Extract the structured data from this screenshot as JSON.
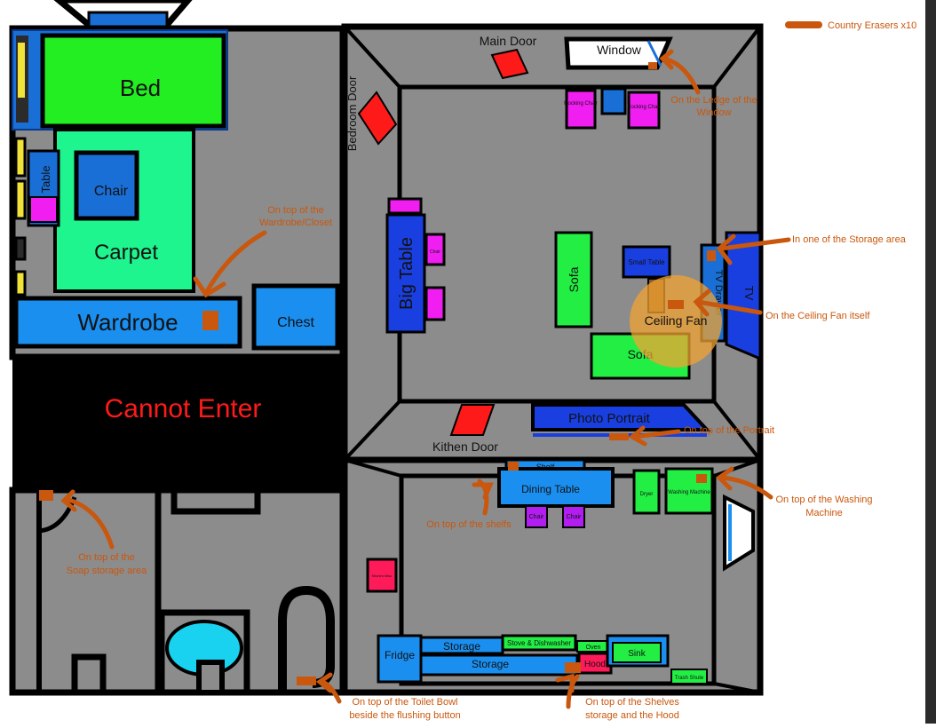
{
  "legend": {
    "label": "Country Erasers x10",
    "color": "#c9570d"
  },
  "rooms": {
    "bed": "Bed",
    "table": "Table",
    "chair": "Chair",
    "carpet": "Carpet",
    "wardrobe": "Wardrobe",
    "chest": "Chest",
    "cannot_enter": "Cannot Enter",
    "main_door": "Main Door",
    "window": "Window",
    "bedroom_door": "Bedroom Door",
    "rocking_chair": "Rocking Chair",
    "big_table": "Big Table",
    "chair_small": "Chair",
    "sofa": "Sofa",
    "small_table": "Small Table",
    "tv_drawer": "TV Drawer",
    "tv": "TV",
    "ceiling_fan": "Ceiling Fan",
    "photo_portrait": "Photo Portrait",
    "kitchen_door": "Kithen Door",
    "shelf": "Shelf",
    "dining_table": "Dining Table",
    "dryer": "Dryer",
    "washing_machine": "Washing Machine",
    "fridge": "Fridge",
    "storage": "Storage",
    "stove": "Stove & Dishwasher",
    "oven": "Oven",
    "sink": "Sink",
    "hood": "Hood",
    "trash_shute": "Trash Shute",
    "kitchen_misc": "Kitchen Misc"
  },
  "annotations": {
    "wardrobe_1": "On top of the",
    "wardrobe_2": "Wardrobe/Closet",
    "window_1": "On the Ledge of the",
    "window_2": "Window",
    "storage_1": "In one of the Storage area",
    "fan_1": "On the Ceiling Fan itself",
    "portrait_1": "On top of the Portrait",
    "washer_1": "On top of the Washing",
    "washer_2": "Machine",
    "shelves_1": "On top of the shelfs",
    "soap_1": "On top of the",
    "soap_2": "Soap storage area",
    "toilet_1": "On top of the Toilet Bowl",
    "toilet_2": "beside the flushing button",
    "hood_1": "On top of the Shelves",
    "hood_2": "storage and the Hood"
  }
}
